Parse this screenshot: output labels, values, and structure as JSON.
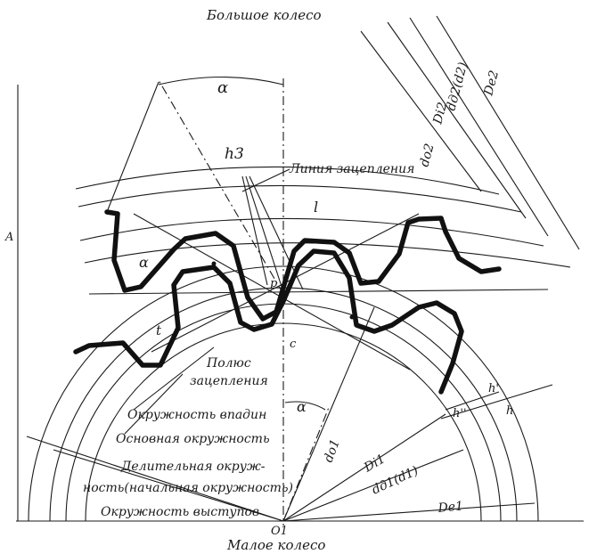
{
  "labels": {
    "large_wheel": "Большое колесо",
    "small_wheel": "Малое колесо",
    "line_of_action": "Линия зацепления",
    "pitch_point_line1": "Полюс",
    "pitch_point_line2": "зацепления",
    "root_circle": "Окружность впадин",
    "base_circle": "Основная окружность",
    "pitch_circle_line1": "Делительная окруж-",
    "pitch_circle_line2": "ность(начальная окружность)",
    "tip_circle": "Окружность выступов"
  },
  "symbols": {
    "alpha_top": "α",
    "alpha_left": "α",
    "alpha_bottom": "α",
    "h3": "h3",
    "l": "l",
    "t": "t",
    "p": "p",
    "c": "c",
    "A": "A",
    "O1": "O1",
    "d_o2": "do2",
    "D_i2": "Di2",
    "d_d2": "dд2(d2)",
    "D_e2": "De2",
    "d_o1": "do1",
    "D_i1": "Di1",
    "d_d1": "dд1(d1)",
    "D_e1": "De1",
    "h_dd": "h''",
    "h_d": "h'",
    "h": "h"
  },
  "colors": {
    "ink": "#1a1a1a",
    "background": "#ffffff"
  }
}
